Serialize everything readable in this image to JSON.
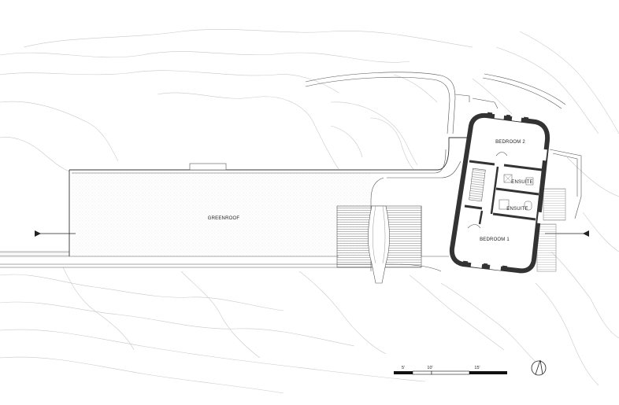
{
  "rooms": {
    "greenroof": "GREENROOF",
    "bedroom_2": "BEDROOM 2",
    "bedroom_1": "BEDROOM 1",
    "ensuite_upper": "ENSUITE",
    "ensuite_lower": "ENSUITE"
  },
  "scale_bar": {
    "label_5": "5'",
    "label_10": "10'",
    "label_15": "15'"
  },
  "colors": {
    "wall": "#333333",
    "line": "#555555",
    "contour": "#c9c9c9",
    "hatch": "#bdbdbd"
  },
  "icons": {
    "north_arrow": "north-arrow-icon",
    "section_marker_left": "section-marker-icon",
    "section_marker_right": "section-marker-icon"
  }
}
